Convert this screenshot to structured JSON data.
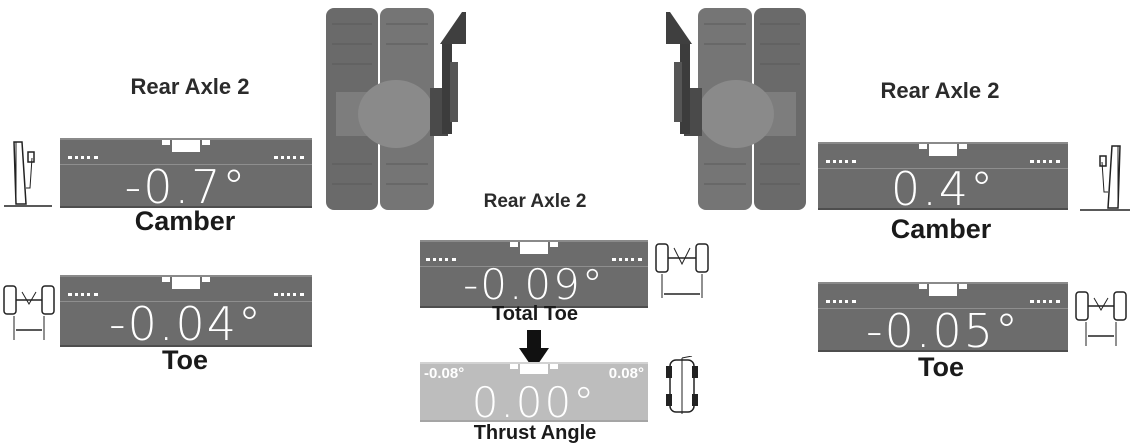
{
  "left": {
    "title": "Rear Axle 2",
    "camber": {
      "value": "-0.7°",
      "label": "Camber"
    },
    "toe": {
      "value": "-0.04°",
      "label": "Toe"
    }
  },
  "center": {
    "title": "Rear Axle 2",
    "total_toe": {
      "value": "-0.09°",
      "label": "Total Toe"
    },
    "thrust": {
      "value": "0.00°",
      "label": "Thrust Angle",
      "min_label": "-0.08°",
      "max_label": "0.08°"
    }
  },
  "right": {
    "title": "Rear Axle 2",
    "camber": {
      "value": "0.4°",
      "label": "Camber"
    },
    "toe": {
      "value": "-0.05°",
      "label": "Toe"
    }
  },
  "colors": {
    "meter": "#6c6c6c",
    "meter_light": "#bdbdbd",
    "text": "#1a1a1a"
  },
  "icons": [
    "camber-diagram-icon",
    "toe-diagram-icon",
    "total-toe-diagram-icon",
    "thrust-angle-diagram-icon",
    "rear-wheel-illustration",
    "down-arrow-icon"
  ]
}
